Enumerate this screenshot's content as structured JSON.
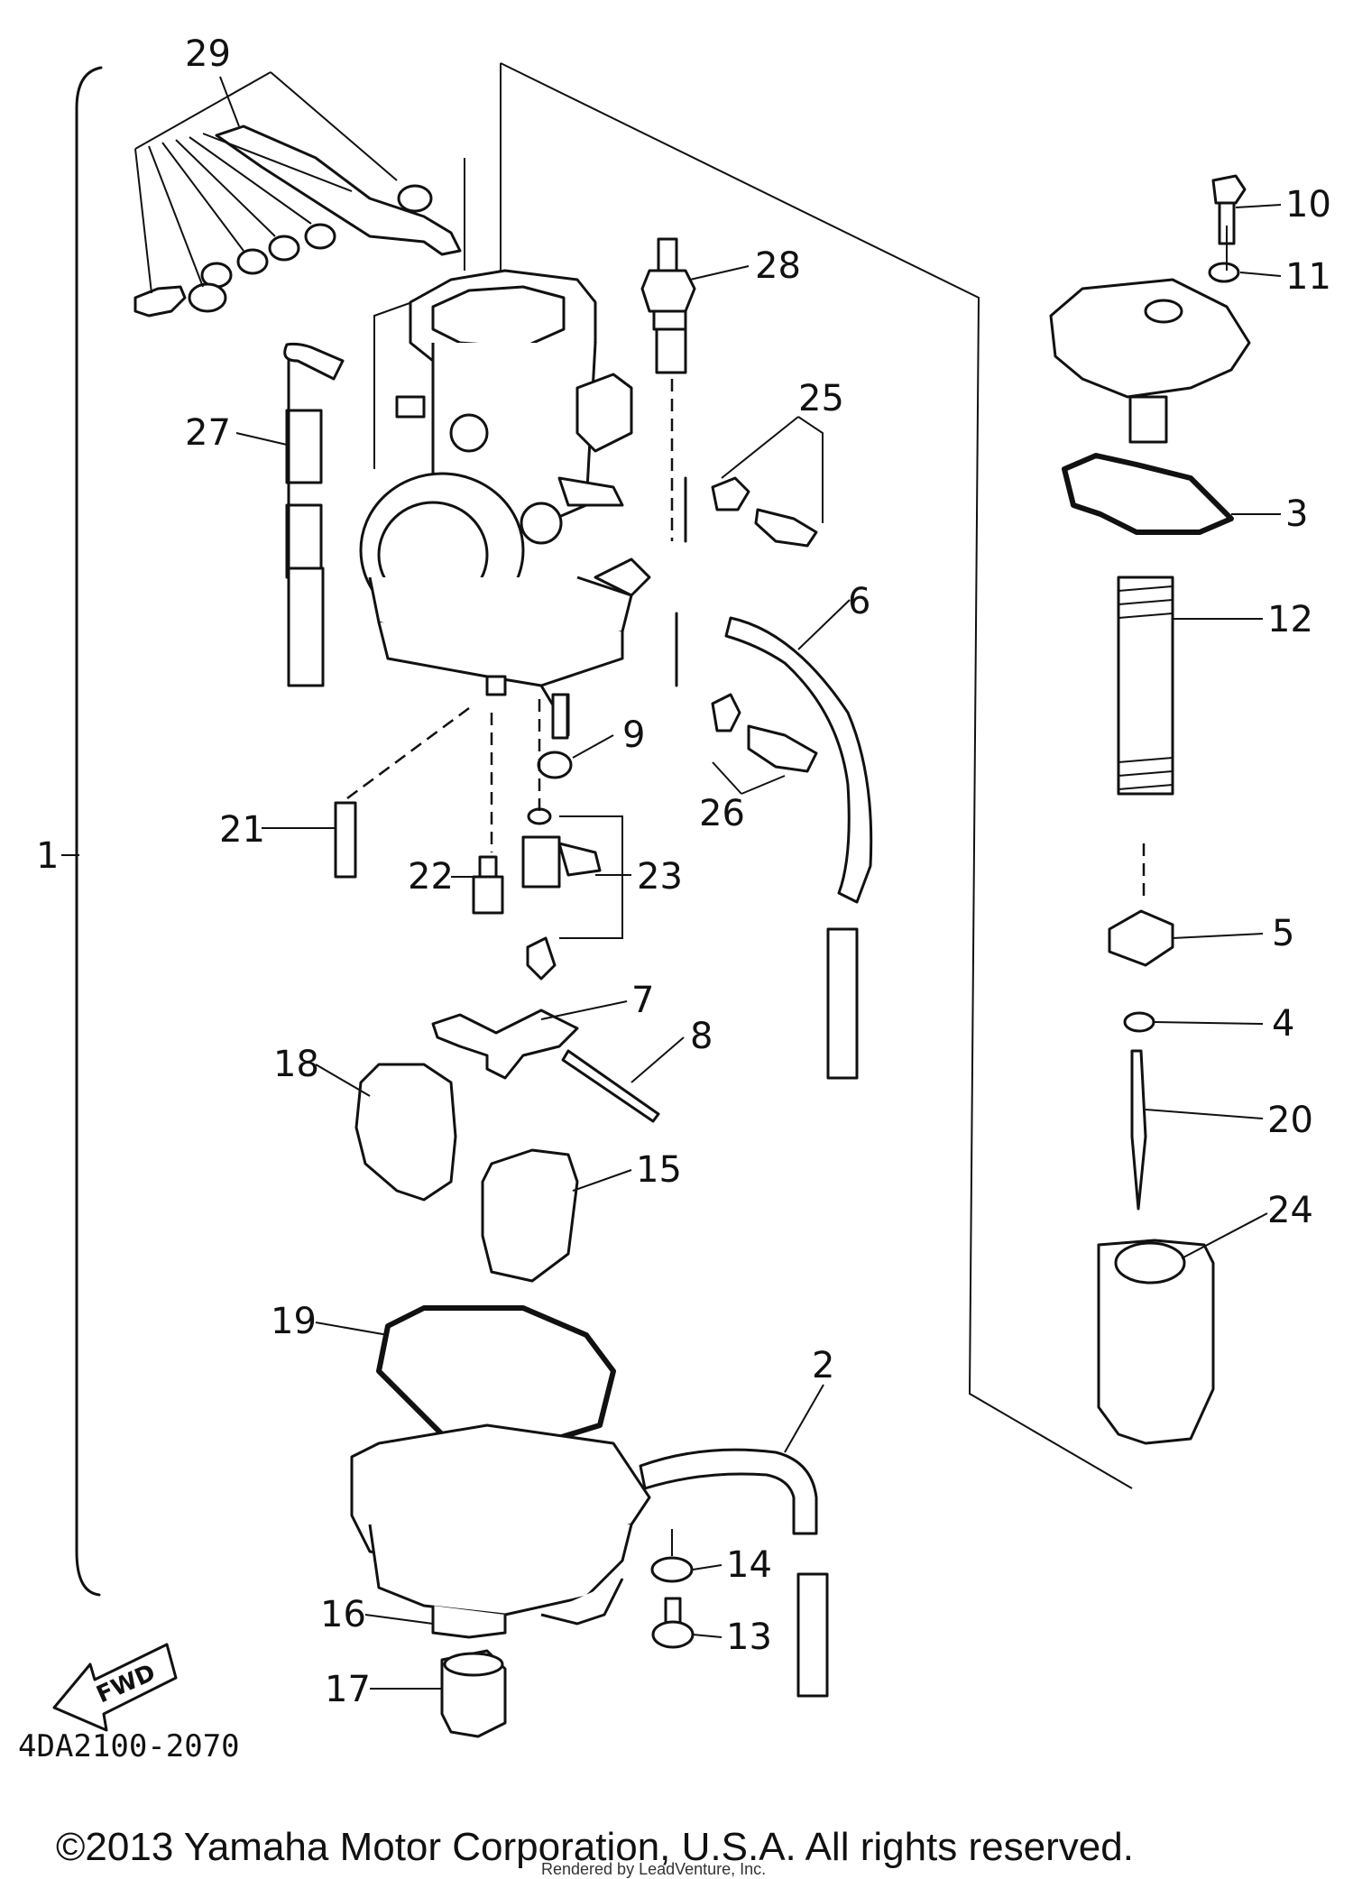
{
  "diagram": {
    "drawing_code": "4DA2100-2070",
    "copyright": "©2013 Yamaha Motor Corporation, U.S.A. All rights reserved.",
    "rendered_by": "Rendered by LeadVenture, Inc.",
    "fwd_label": "FWD",
    "callouts": {
      "c1": "1",
      "c2": "2",
      "c3": "3",
      "c4": "4",
      "c5": "5",
      "c6": "6",
      "c7": "7",
      "c8": "8",
      "c9": "9",
      "c10": "10",
      "c11": "11",
      "c12": "12",
      "c13": "13",
      "c14": "14",
      "c15": "15",
      "c16": "16",
      "c17": "17",
      "c18": "18",
      "c19": "19",
      "c20": "20",
      "c21": "21",
      "c22": "22",
      "c23": "23",
      "c24": "24",
      "c25": "25",
      "c26": "26",
      "c27": "27",
      "c28": "28",
      "c29": "29"
    }
  }
}
